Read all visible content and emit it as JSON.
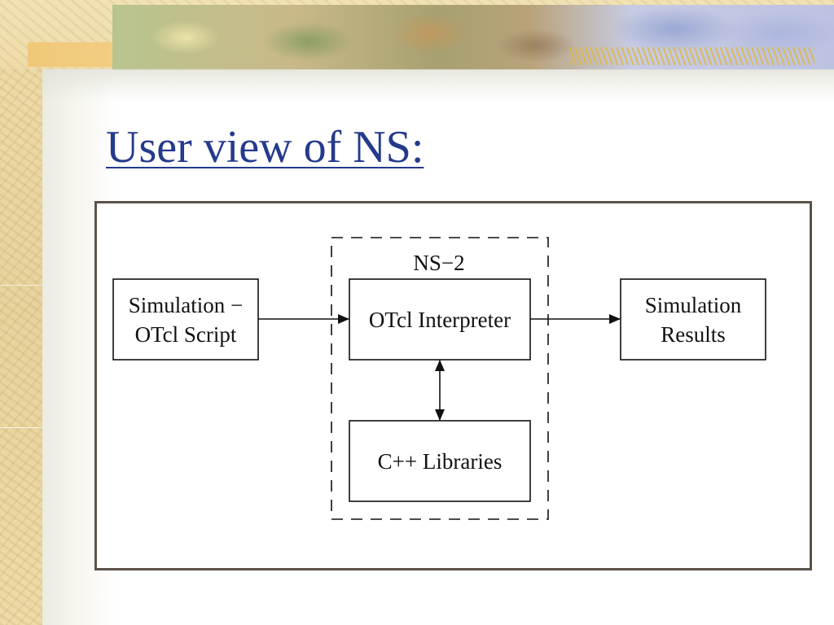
{
  "slide": {
    "title": "User view of NS:"
  },
  "diagram": {
    "group_label": "NS−2",
    "nodes": {
      "script": {
        "line1": "Simulation −",
        "line2": "OTcl Script"
      },
      "interpreter": {
        "line1": "OTcl Interpreter"
      },
      "results": {
        "line1": "Simulation",
        "line2": "Results"
      },
      "libraries": {
        "line1": "C++ Libraries"
      }
    },
    "edges": [
      {
        "from": "script",
        "to": "interpreter",
        "direction": "forward"
      },
      {
        "from": "interpreter",
        "to": "results",
        "direction": "forward"
      },
      {
        "from": "interpreter",
        "to": "libraries",
        "direction": "bidirectional"
      }
    ],
    "colors": {
      "title": "#243a8c",
      "frame": "#5c5248",
      "lines": "#111111"
    }
  }
}
